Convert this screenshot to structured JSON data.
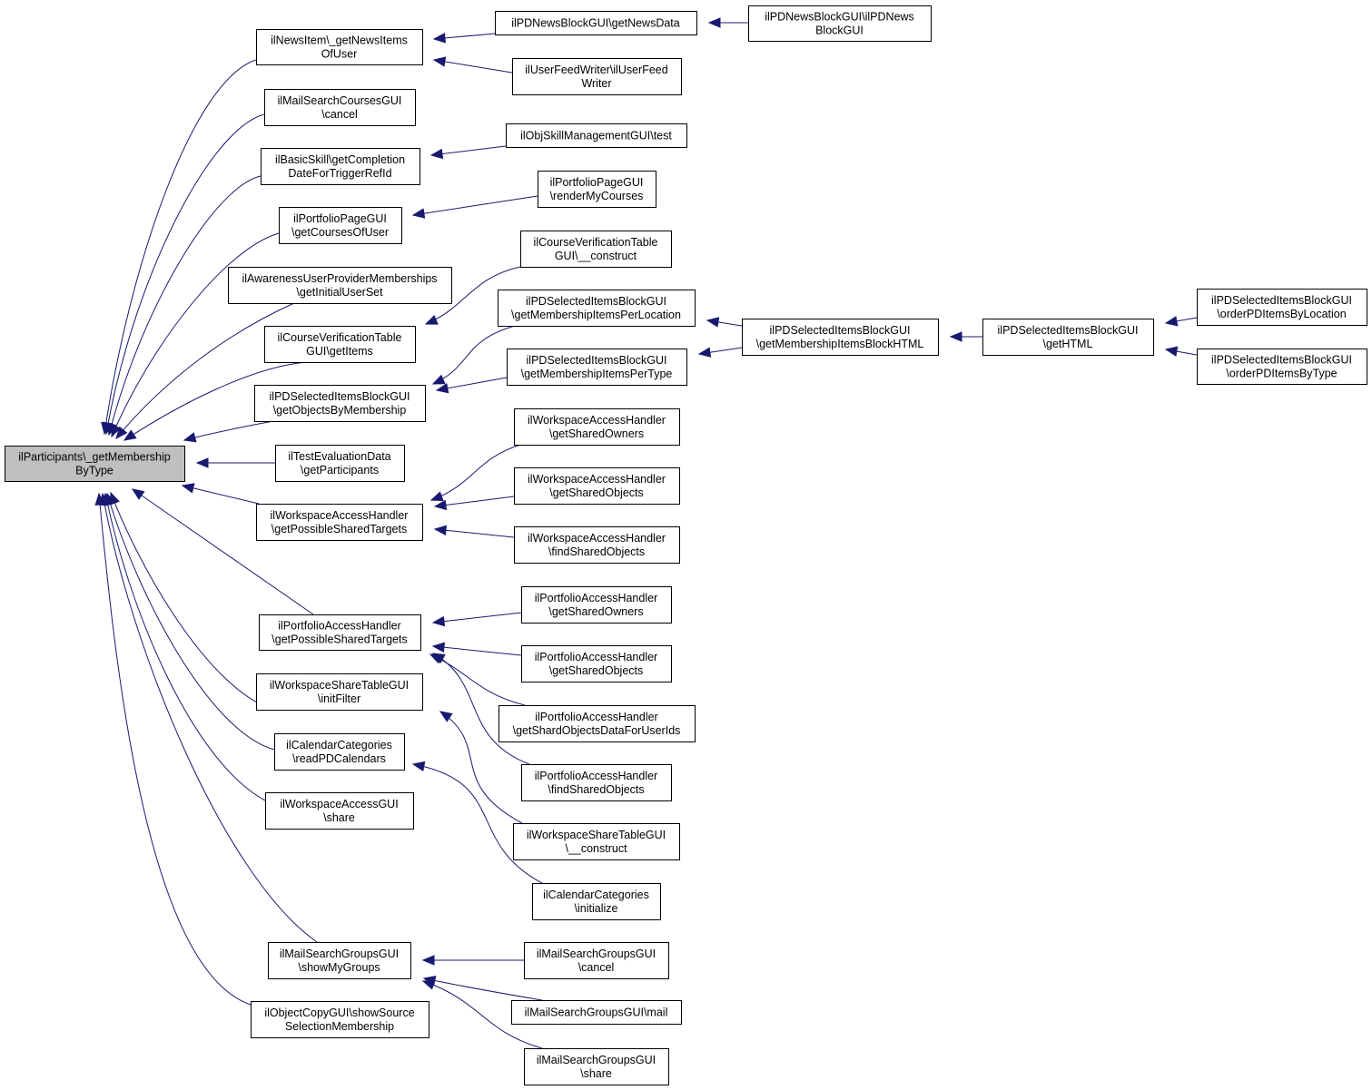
{
  "diagram": {
    "nodes": [
      {
        "id": "root",
        "lines": [
          "ilParticipants\\_getMembership",
          "ByType"
        ],
        "root": true
      },
      {
        "id": "n_newsitem",
        "lines": [
          "ilNewsItem\\_getNewsItems",
          "OfUser"
        ]
      },
      {
        "id": "n_mailsearchcourses",
        "lines": [
          "ilMailSearchCoursesGUI",
          "\\cancel"
        ]
      },
      {
        "id": "n_basicskill",
        "lines": [
          "ilBasicSkill\\getCompletion",
          "DateForTriggerRefId"
        ]
      },
      {
        "id": "n_portfoliopage",
        "lines": [
          "ilPortfolioPageGUI",
          "\\getCoursesOfUser"
        ]
      },
      {
        "id": "n_awareness",
        "lines": [
          "ilAwarenessUserProviderMemberships",
          "\\getInitialUserSet"
        ]
      },
      {
        "id": "n_courseverif_items",
        "lines": [
          "ilCourseVerificationTable",
          "GUI\\getItems"
        ]
      },
      {
        "id": "n_pdselected_objects",
        "lines": [
          "ilPDSelectedItemsBlockGUI",
          "\\getObjectsByMembership"
        ]
      },
      {
        "id": "n_testeval",
        "lines": [
          "ilTestEvaluationData",
          "\\getParticipants"
        ]
      },
      {
        "id": "n_wsaccess_targets",
        "lines": [
          "ilWorkspaceAccessHandler",
          "\\getPossibleSharedTargets"
        ]
      },
      {
        "id": "n_portaccess_targets",
        "lines": [
          "ilPortfolioAccessHandler",
          "\\getPossibleSharedTargets"
        ]
      },
      {
        "id": "n_wssharetable_filter",
        "lines": [
          "ilWorkspaceShareTableGUI",
          "\\initFilter"
        ]
      },
      {
        "id": "n_calcat_read",
        "lines": [
          "ilCalendarCategories",
          "\\readPDCalendars"
        ]
      },
      {
        "id": "n_wsaccessgui_share",
        "lines": [
          "ilWorkspaceAccessGUI",
          "\\share"
        ]
      },
      {
        "id": "n_mailgroups_show",
        "lines": [
          "ilMailSearchGroupsGUI",
          "\\showMyGroups"
        ]
      },
      {
        "id": "n_objcopy",
        "lines": [
          "ilObjectCopyGUI\\showSource",
          "SelectionMembership"
        ]
      },
      {
        "id": "n_pdnews_getdata",
        "lines": [
          "ilPDNewsBlockGUI\\getNewsData"
        ]
      },
      {
        "id": "n_pdnews_ctor",
        "lines": [
          "ilPDNewsBlockGUI\\ilPDNews",
          "BlockGUI"
        ]
      },
      {
        "id": "n_userfeed",
        "lines": [
          "ilUserFeedWriter\\ilUserFeed",
          "Writer"
        ]
      },
      {
        "id": "n_objskill_test",
        "lines": [
          "ilObjSkillManagementGUI\\test"
        ]
      },
      {
        "id": "n_portfoliopage_render",
        "lines": [
          "ilPortfolioPageGUI",
          "\\renderMyCourses"
        ]
      },
      {
        "id": "n_courseverif_ctor",
        "lines": [
          "ilCourseVerificationTable",
          "GUI\\__construct"
        ]
      },
      {
        "id": "n_pdselected_perloc",
        "lines": [
          "ilPDSelectedItemsBlockGUI",
          "\\getMembershipItemsPerLocation"
        ]
      },
      {
        "id": "n_pdselected_pertype",
        "lines": [
          "ilPDSelectedItemsBlockGUI",
          "\\getMembershipItemsPerType"
        ]
      },
      {
        "id": "n_pdselected_blockhtml",
        "lines": [
          "ilPDSelectedItemsBlockGUI",
          "\\getMembershipItemsBlockHTML"
        ]
      },
      {
        "id": "n_pdselected_gethtml",
        "lines": [
          "ilPDSelectedItemsBlockGUI",
          "\\getHTML"
        ]
      },
      {
        "id": "n_pdselected_orderloc",
        "lines": [
          "ilPDSelectedItemsBlockGUI",
          "\\orderPDItemsByLocation"
        ]
      },
      {
        "id": "n_pdselected_ordertype",
        "lines": [
          "ilPDSelectedItemsBlockGUI",
          "\\orderPDItemsByType"
        ]
      },
      {
        "id": "n_wsaccess_owners",
        "lines": [
          "ilWorkspaceAccessHandler",
          "\\getSharedOwners"
        ]
      },
      {
        "id": "n_wsaccess_objects",
        "lines": [
          "ilWorkspaceAccessHandler",
          "\\getSharedObjects"
        ]
      },
      {
        "id": "n_wsaccess_find",
        "lines": [
          "ilWorkspaceAccessHandler",
          "\\findSharedObjects"
        ]
      },
      {
        "id": "n_portaccess_owners",
        "lines": [
          "ilPortfolioAccessHandler",
          "\\getSharedOwners"
        ]
      },
      {
        "id": "n_portaccess_objects",
        "lines": [
          "ilPortfolioAccessHandler",
          "\\getSharedObjects"
        ]
      },
      {
        "id": "n_portaccess_shard",
        "lines": [
          "ilPortfolioAccessHandler",
          "\\getShardObjectsDataForUserIds"
        ]
      },
      {
        "id": "n_portaccess_find",
        "lines": [
          "ilPortfolioAccessHandler",
          "\\findSharedObjects"
        ]
      },
      {
        "id": "n_wssharetable_ctor",
        "lines": [
          "ilWorkspaceShareTableGUI",
          "\\__construct"
        ]
      },
      {
        "id": "n_calcat_init",
        "lines": [
          "ilCalendarCategories",
          "\\initialize"
        ]
      },
      {
        "id": "n_mailgroups_cancel",
        "lines": [
          "ilMailSearchGroupsGUI",
          "\\cancel"
        ]
      },
      {
        "id": "n_mailgroups_mail",
        "lines": [
          "ilMailSearchGroupsGUI\\mail"
        ]
      },
      {
        "id": "n_mailgroups_share",
        "lines": [
          "ilMailSearchGroupsGUI",
          "\\share"
        ]
      }
    ],
    "edges": [
      {
        "from": "n_newsitem",
        "to": "root"
      },
      {
        "from": "n_mailsearchcourses",
        "to": "root"
      },
      {
        "from": "n_basicskill",
        "to": "root"
      },
      {
        "from": "n_portfoliopage",
        "to": "root"
      },
      {
        "from": "n_awareness",
        "to": "root"
      },
      {
        "from": "n_courseverif_items",
        "to": "root"
      },
      {
        "from": "n_pdselected_objects",
        "to": "root"
      },
      {
        "from": "n_testeval",
        "to": "root"
      },
      {
        "from": "n_wsaccess_targets",
        "to": "root"
      },
      {
        "from": "n_portaccess_targets",
        "to": "root"
      },
      {
        "from": "n_wssharetable_filter",
        "to": "root"
      },
      {
        "from": "n_calcat_read",
        "to": "root"
      },
      {
        "from": "n_wsaccessgui_share",
        "to": "root"
      },
      {
        "from": "n_mailgroups_show",
        "to": "root"
      },
      {
        "from": "n_objcopy",
        "to": "root"
      },
      {
        "from": "n_pdnews_getdata",
        "to": "n_newsitem"
      },
      {
        "from": "n_pdnews_ctor",
        "to": "n_pdnews_getdata"
      },
      {
        "from": "n_userfeed",
        "to": "n_newsitem"
      },
      {
        "from": "n_objskill_test",
        "to": "n_basicskill"
      },
      {
        "from": "n_portfoliopage_render",
        "to": "n_portfoliopage"
      },
      {
        "from": "n_courseverif_ctor",
        "to": "n_courseverif_items"
      },
      {
        "from": "n_pdselected_perloc",
        "to": "n_pdselected_objects"
      },
      {
        "from": "n_pdselected_pertype",
        "to": "n_pdselected_objects"
      },
      {
        "from": "n_pdselected_blockhtml",
        "to": "n_pdselected_perloc"
      },
      {
        "from": "n_pdselected_blockhtml",
        "to": "n_pdselected_pertype"
      },
      {
        "from": "n_pdselected_gethtml",
        "to": "n_pdselected_blockhtml"
      },
      {
        "from": "n_pdselected_orderloc",
        "to": "n_pdselected_gethtml"
      },
      {
        "from": "n_pdselected_ordertype",
        "to": "n_pdselected_gethtml"
      },
      {
        "from": "n_wsaccess_owners",
        "to": "n_wsaccess_targets"
      },
      {
        "from": "n_wsaccess_objects",
        "to": "n_wsaccess_targets"
      },
      {
        "from": "n_wsaccess_find",
        "to": "n_wsaccess_targets"
      },
      {
        "from": "n_portaccess_owners",
        "to": "n_portaccess_targets"
      },
      {
        "from": "n_portaccess_objects",
        "to": "n_portaccess_targets"
      },
      {
        "from": "n_portaccess_shard",
        "to": "n_portaccess_targets"
      },
      {
        "from": "n_portaccess_find",
        "to": "n_portaccess_targets"
      },
      {
        "from": "n_wssharetable_ctor",
        "to": "n_wssharetable_filter"
      },
      {
        "from": "n_calcat_init",
        "to": "n_calcat_read"
      },
      {
        "from": "n_mailgroups_cancel",
        "to": "n_mailgroups_show"
      },
      {
        "from": "n_mailgroups_mail",
        "to": "n_mailgroups_show"
      },
      {
        "from": "n_mailgroups_share",
        "to": "n_mailgroups_show"
      }
    ],
    "colors": {
      "edge": "#191970",
      "root_fill": "#bfbfbf",
      "node_fill": "#ffffff",
      "node_stroke": "#000000"
    }
  }
}
